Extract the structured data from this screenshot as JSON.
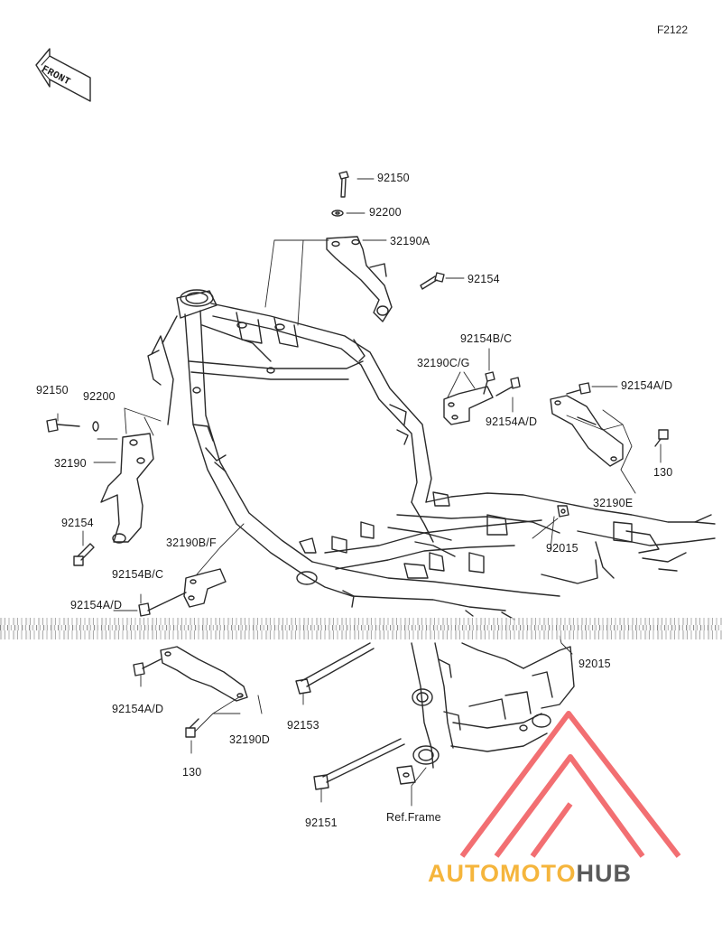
{
  "figure_code": "F2122",
  "front_label": "FRONT",
  "ref_label": "Ref.Frame",
  "watermark": {
    "part1": "AUTOMOTO",
    "part2": "HUB"
  },
  "colors": {
    "line": "#2a2a2a",
    "watermark_red": "#f0565a",
    "watermark_orange": "#f5b53c",
    "watermark_gray": "#5a5a5a"
  },
  "labels": {
    "l01": "92150",
    "l02": "92200",
    "l03": "32190A",
    "l04": "92154",
    "l05": "92154B/C",
    "l06": "32190C/G",
    "l07": "92154A/D",
    "l08": "92154A/D",
    "l09": "92150",
    "l10": "92200",
    "l11": "32190",
    "l12": "130",
    "l13": "32190E",
    "l14": "92154",
    "l15": "92015",
    "l16": "32190B/F",
    "l17": "92154B/C",
    "l18": "92154A/D",
    "l19": "92015",
    "l20": "92154A/D",
    "l21": "92153",
    "l22": "32190D",
    "l23": "130",
    "l24": "92151"
  }
}
